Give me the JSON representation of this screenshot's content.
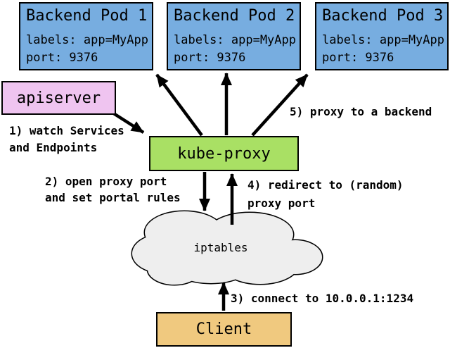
{
  "diagram": {
    "pods": [
      {
        "title": "Backend Pod 1",
        "labels": "labels: app=MyApp",
        "port": "port: 9376"
      },
      {
        "title": "Backend Pod 2",
        "labels": "labels: app=MyApp",
        "port": "port: 9376"
      },
      {
        "title": "Backend Pod 3",
        "labels": "labels: app=MyApp",
        "port": "port: 9376"
      }
    ],
    "nodes": {
      "apiserver": "apiserver",
      "kube_proxy": "kube-proxy",
      "iptables": "iptables",
      "client": "Client"
    },
    "steps": {
      "step1_line1": "1) watch Services",
      "step1_line2": "and Endpoints",
      "step2_line1": "2) open proxy port",
      "step2_line2": "and set portal rules",
      "step3": "3) connect to 10.0.0.1:1234",
      "step4_line1": "4) redirect to (random)",
      "step4_line2": "proxy port",
      "step5": "5) proxy to a backend"
    },
    "colors": {
      "pod_fill": "#77ADE0",
      "apiserver_fill": "#EFC4F0",
      "kube_proxy_fill": "#A9E064",
      "client_fill": "#F0C97F",
      "cloud_fill": "#EEEEEE",
      "outline": "#000000"
    }
  }
}
